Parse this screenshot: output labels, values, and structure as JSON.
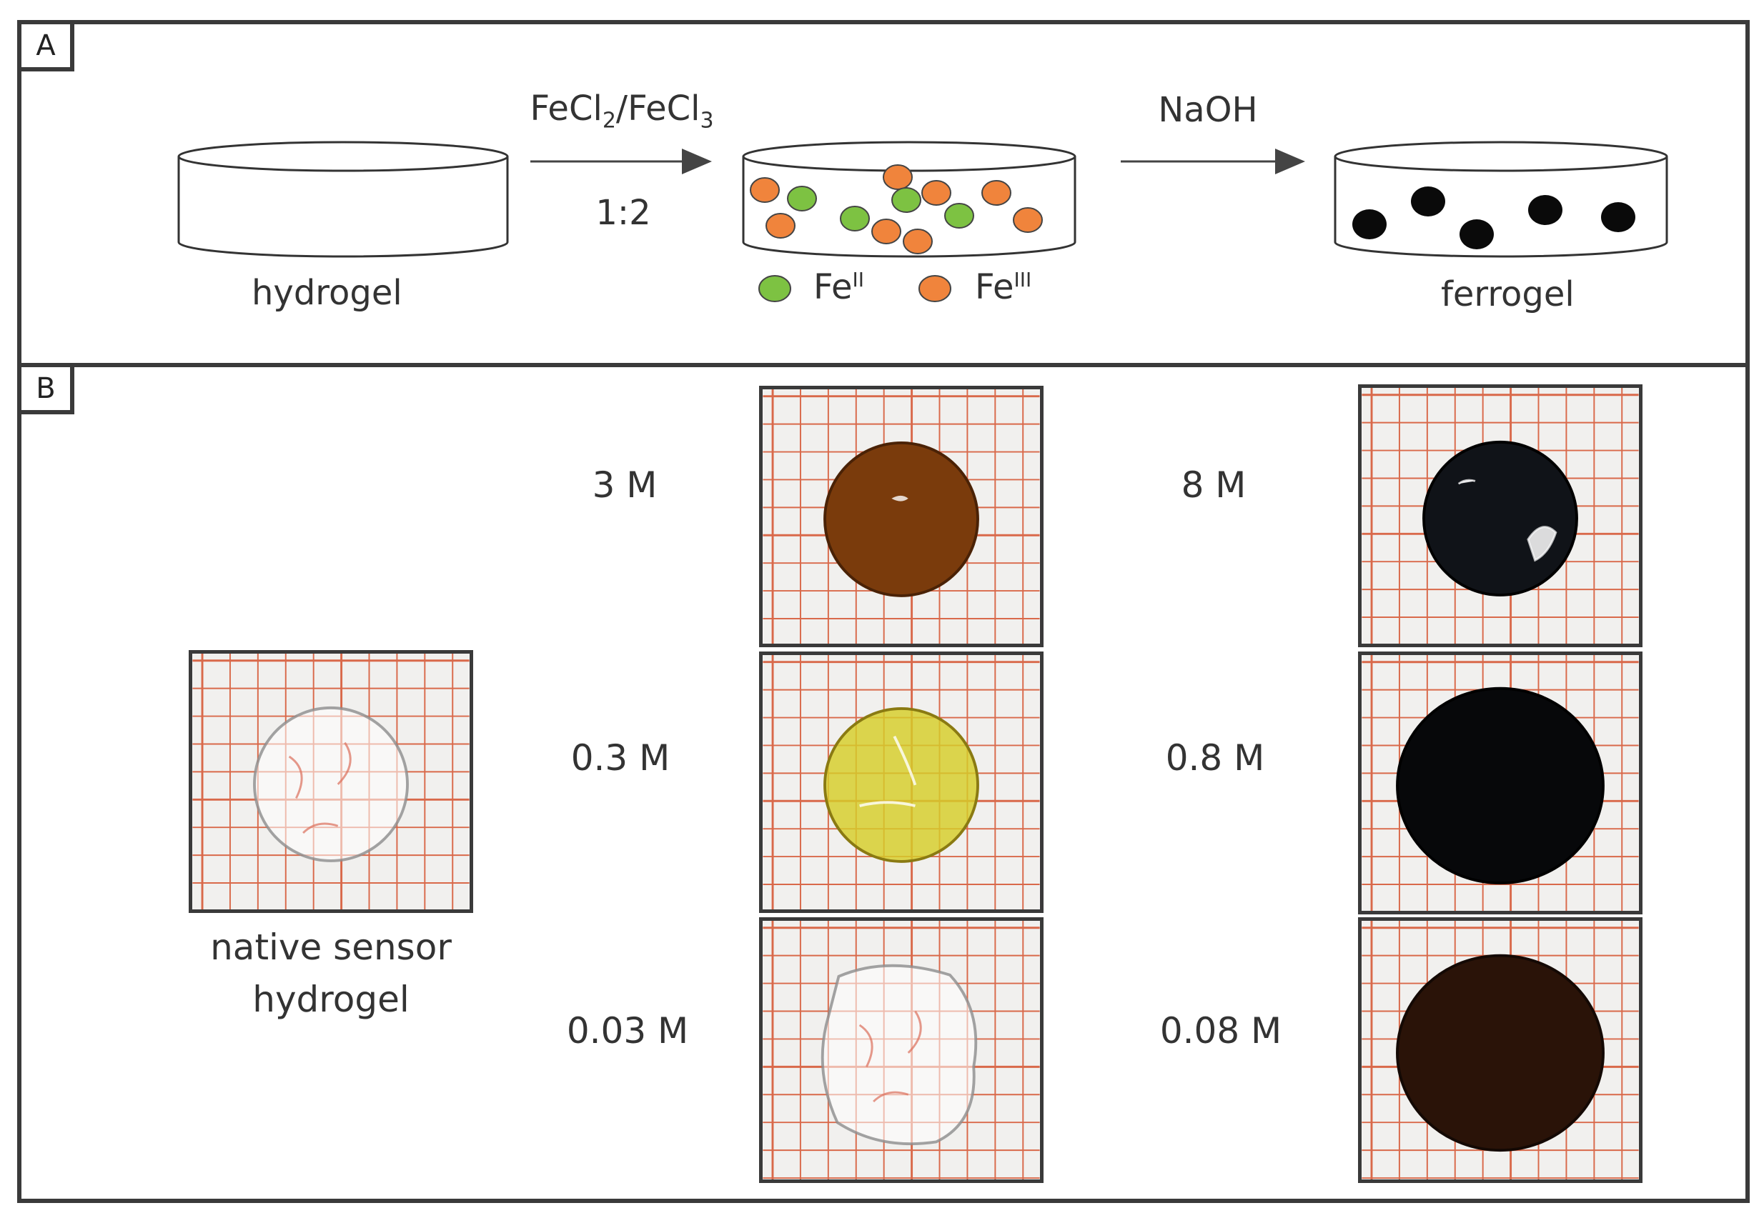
{
  "panel_a": {
    "letter": "A",
    "hydrogel_label": "hydrogel",
    "reagent1_main": "FeCl",
    "reagent1_sub1": "2",
    "reagent1_slash": "/FeCl",
    "reagent1_sub2": "3",
    "ratio": "1:2",
    "reagent2": "NaOH",
    "legend_fe_base": "Fe",
    "legend_fe2_sup": "II",
    "legend_fe3_sup": "III",
    "ferrogel_label": "ferrogel",
    "colors": {
      "fe2": "#7dc242",
      "fe3": "#f0843c",
      "magnetite": "#0a0a0a"
    }
  },
  "panel_b": {
    "letter": "B",
    "native_caption_line1": "native sensor",
    "native_caption_line2": "hydrogel",
    "rows": [
      {
        "left_conc": "3 M",
        "right_conc": "8 M"
      },
      {
        "left_conc": "0.3 M",
        "right_conc": "0.8 M"
      },
      {
        "left_conc": "0.03 M",
        "right_conc": "0.08 M"
      }
    ],
    "colors": {
      "grid_line": "#d9694a",
      "paper": "#f1f0ee"
    }
  }
}
